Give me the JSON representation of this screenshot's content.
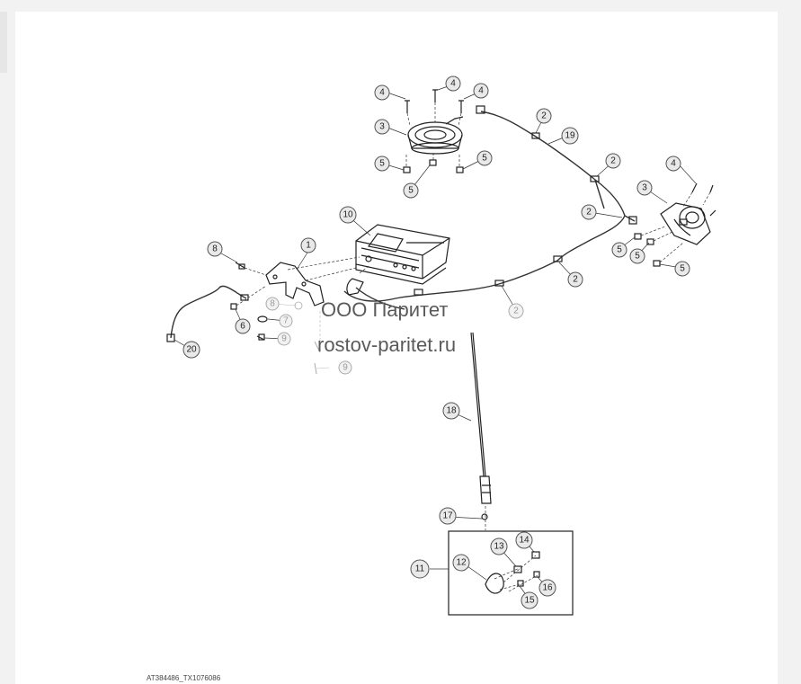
{
  "diagram": {
    "callouts": {
      "c1": "1",
      "c2a": "2",
      "c2b": "2",
      "c2c": "2",
      "c2d": "2",
      "c2e": "2",
      "c3a": "3",
      "c3b": "3",
      "c4a": "4",
      "c4b": "4",
      "c4c": "4",
      "c4d": "4",
      "c5a": "5",
      "c5b": "5",
      "c5c": "5",
      "c5d": "5",
      "c5e": "5",
      "c5f": "5",
      "c6": "6",
      "c7": "7",
      "c8a": "8",
      "c8b": "8",
      "c9a": "9",
      "c9b": "9",
      "c10": "10",
      "c11": "11",
      "c12": "12",
      "c13": "13",
      "c14": "14",
      "c15": "15",
      "c16": "16",
      "c17": "17",
      "c18": "18",
      "c19": "19",
      "c20": "20"
    },
    "figure_code": "AT384486_TX1076086"
  },
  "watermark": {
    "company": "ООО Паритет",
    "site": "rostov-paritet.ru"
  }
}
